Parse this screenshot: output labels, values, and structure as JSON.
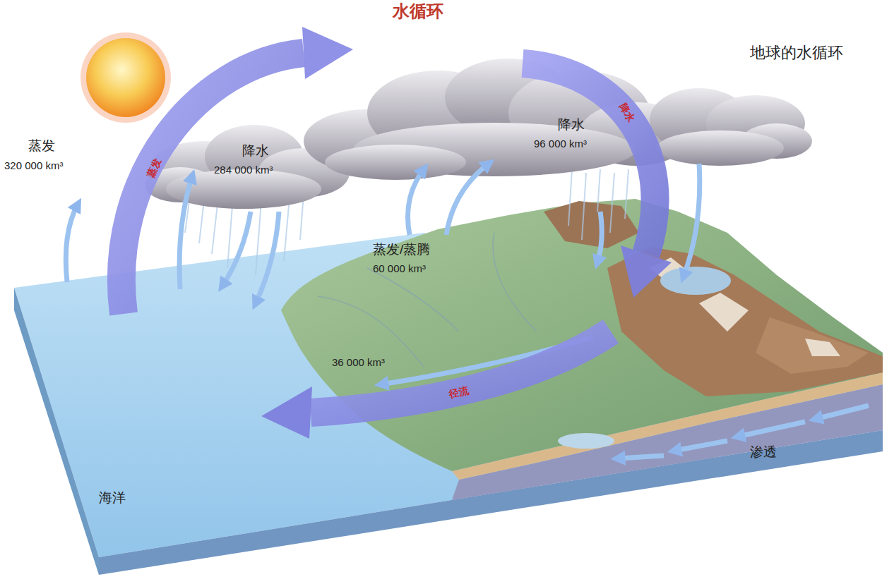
{
  "diagram": {
    "title": "水循环",
    "labels": [
      "地球的水循环",
      "蒸发",
      "320 000 km³",
      "降水",
      "284 000 km³",
      "降水",
      "96 000 km³",
      "蒸发/蒸腾",
      "60 000 km³",
      "36 000 km³",
      "渗透",
      "海洋",
      "蒸发",
      "降水",
      "径流"
    ]
  }
}
